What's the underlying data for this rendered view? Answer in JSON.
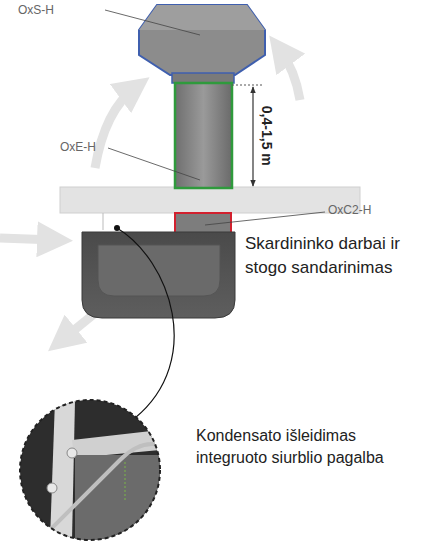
{
  "diagram": {
    "labels": [
      "OxS-H",
      "OxE-H",
      "0,4-1,5 m",
      "OxC2-H",
      "Skardininko darbai ir stogo sandarinimas",
      "Kondensato išleidimas integruoto siurblio pagalba"
    ]
  }
}
